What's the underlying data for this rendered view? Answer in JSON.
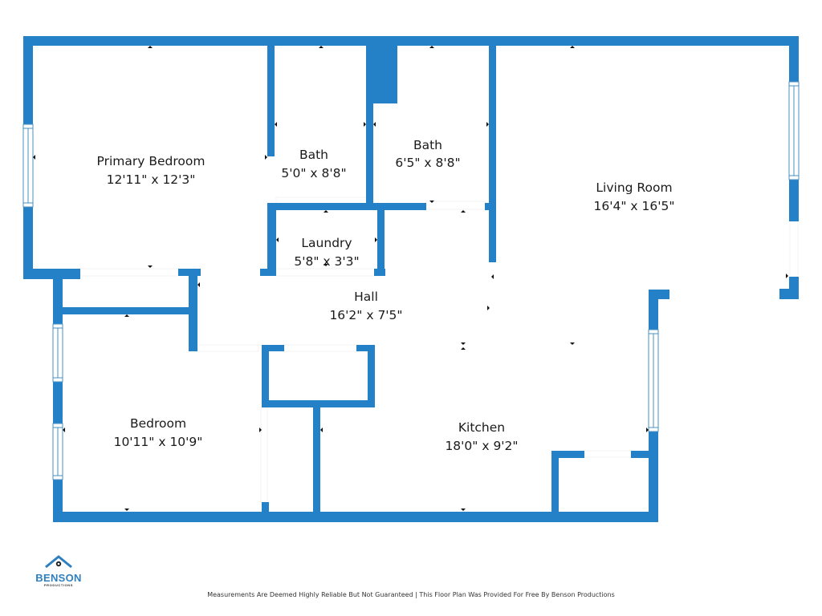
{
  "colors": {
    "wall": "#2481c8",
    "window": "#4a90c2",
    "text": "#1a1a1a",
    "logo": "#2e7fbf"
  },
  "rooms": [
    {
      "id": "primary-bedroom",
      "name": "Primary Bedroom",
      "dimensions": "12'11\" x 12'3\""
    },
    {
      "id": "bath-1",
      "name": "Bath",
      "dimensions": "5'0\" x 8'8\""
    },
    {
      "id": "bath-2",
      "name": "Bath",
      "dimensions": "6'5\" x 8'8\""
    },
    {
      "id": "laundry",
      "name": "Laundry",
      "dimensions": "5'8\" x 3'3\""
    },
    {
      "id": "hall",
      "name": "Hall",
      "dimensions": "16'2\" x 7'5\""
    },
    {
      "id": "living-room",
      "name": "Living Room",
      "dimensions": "16'4\" x 16'5\""
    },
    {
      "id": "bedroom",
      "name": "Bedroom",
      "dimensions": "10'11\" x 10'9\""
    },
    {
      "id": "kitchen",
      "name": "Kitchen",
      "dimensions": "18'0\" x 9'2\""
    }
  ],
  "logo": {
    "icon": "house-gear-icon",
    "word": "BENSON",
    "sub": "PRODUCTIONS"
  },
  "footer": {
    "disclaimer": "Measurements Are Deemed Highly Reliable But Not Guaranteed | This Floor Plan Was Provided For Free By Benson Productions"
  }
}
